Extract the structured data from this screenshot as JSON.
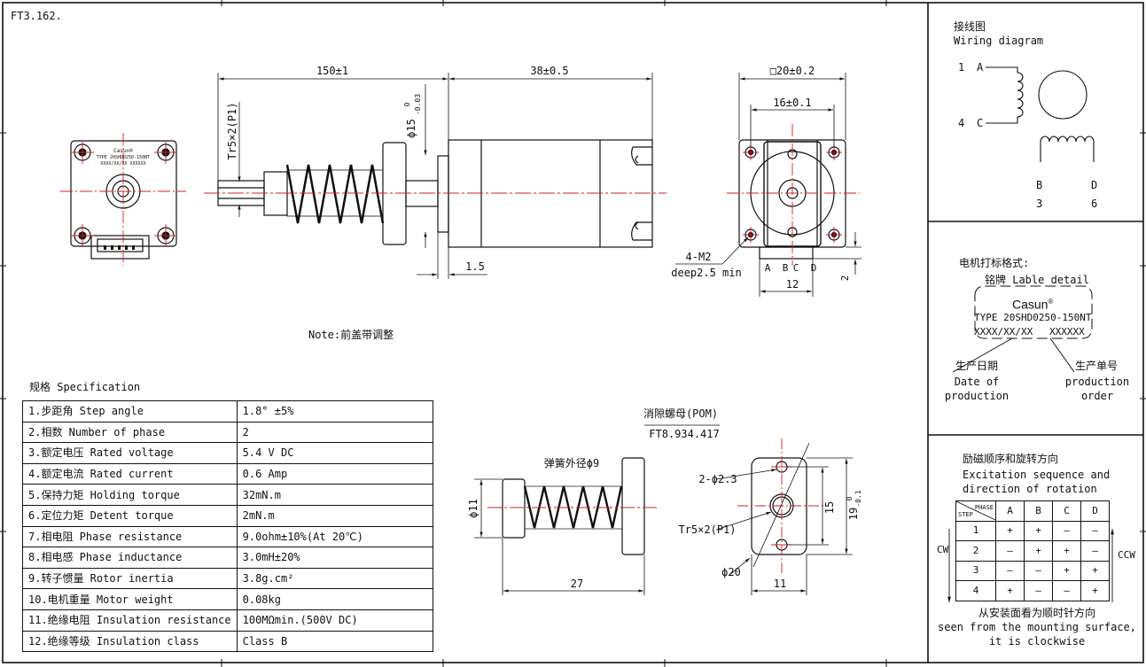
{
  "drawing": {
    "code": "FT3.162.",
    "note": "Note:前盖带调整"
  },
  "main_view": {
    "dim_total": "150±1",
    "dim_motor": "38±0.5",
    "thread": "Tr5×2(P1)",
    "dim_flange": "ϕ15",
    "tol_flange_up": "0",
    "tol_flange_low": "-0.03",
    "dim_gap": "1.5"
  },
  "end_view": {
    "dim_square": "□20±0.2",
    "dim_hole": "16±0.1",
    "holes_line1": "4-M2",
    "holes_line2": "deep2.5 min",
    "pin_a": "A",
    "pin_b": "B",
    "pin_c": "C",
    "pin_d": "D",
    "dim_pins": "12",
    "dim_2": "2"
  },
  "front_view": {
    "label_line1": "Casun®",
    "label_line2": "TYPE 20SHD0250-150NT",
    "label_line3": "XXXX/XX/XX  XXXXXX"
  },
  "wiring": {
    "title_cn": "接线图",
    "title_en": "Wiring diagram",
    "pin1": "1",
    "lead_a": "A",
    "pin4": "4",
    "lead_c": "C",
    "lead_b": "B",
    "lead_d": "D",
    "pin3": "3",
    "pin6": "6"
  },
  "label_detail": {
    "title_cn": "电机打标格式:",
    "subtitle": "铭牌 Lable detail",
    "brand": "Casun",
    "brand_mark": "®",
    "type": "TYPE 20SHD0250-150NT",
    "code_date": "XXXX/XX/XX",
    "code_order": "XXXXXX",
    "date_cn": "生产日期",
    "date_en1": "Date of",
    "date_en2": "production",
    "order_cn": "生产单号",
    "order_en1": "production",
    "order_en2": "order"
  },
  "excitation": {
    "title_cn": "励磁顺序和旋转方向",
    "title_en1": "Excitation sequence and",
    "title_en2": "direction of rotation",
    "header_phase": "PHASE",
    "header_step": "STEP",
    "columns": [
      "A",
      "B",
      "C",
      "D"
    ],
    "rows": [
      {
        "step": "1",
        "cells": [
          "+",
          "+",
          "–",
          "–"
        ]
      },
      {
        "step": "2",
        "cells": [
          "–",
          "+",
          "+",
          "–"
        ]
      },
      {
        "step": "3",
        "cells": [
          "–",
          "–",
          "+",
          "+"
        ]
      },
      {
        "step": "4",
        "cells": [
          "+",
          "–",
          "–",
          "+"
        ]
      }
    ],
    "cw": "CW",
    "ccw": "CCW",
    "foot_cn": "从安装面看为顺时针方向",
    "foot_en1": "seen from the mounting surface,",
    "foot_en2": "it is clockwise"
  },
  "spec": {
    "title": "规格 Specification",
    "rows": [
      {
        "key": "1.步距角 Step angle",
        "value": "1.8°  ±5%"
      },
      {
        "key": "2.相数 Number of phase",
        "value": "2"
      },
      {
        "key": "3.额定电压 Rated voltage",
        "value": "5.4 V DC"
      },
      {
        "key": "4.额定电流 Rated current",
        "value": "0.6 Amp"
      },
      {
        "key": "5.保持力矩 Holding torque",
        "value": "32mN.m"
      },
      {
        "key": "6.定位力矩 Detent torque",
        "value": "2mN.m"
      },
      {
        "key": "7.相电阻 Phase resistance",
        "value": "9.0ohm±10%(At 20℃)"
      },
      {
        "key": "8.相电感 Phase inductance",
        "value": "3.0mH±20%"
      },
      {
        "key": "9.转子惯量 Rotor inertia",
        "value": "3.8g.cm²"
      },
      {
        "key": "10.电机重量 Motor weight",
        "value": "0.08kg"
      },
      {
        "key": "11.绝缘电阻 Insulation resistance",
        "value": "100MΩmin.(500V DC)"
      },
      {
        "key": "12.绝缘等级 Insulation class",
        "value": "Class B"
      }
    ]
  },
  "nut": {
    "title": "消隙螺母(POM)",
    "part_no": "FT8.934.417",
    "spring": "弹簧外径ϕ9",
    "dim_dia": "ϕ11",
    "dim_len": "27",
    "holes": "2-ϕ2.3",
    "thread": "Tr5×2(P1)",
    "dim_15": "15",
    "dim_19": "19",
    "tol_19_up": "0",
    "tol_19_low": "-0.1",
    "dim_phi20": "ϕ20",
    "dim_11": "11"
  }
}
